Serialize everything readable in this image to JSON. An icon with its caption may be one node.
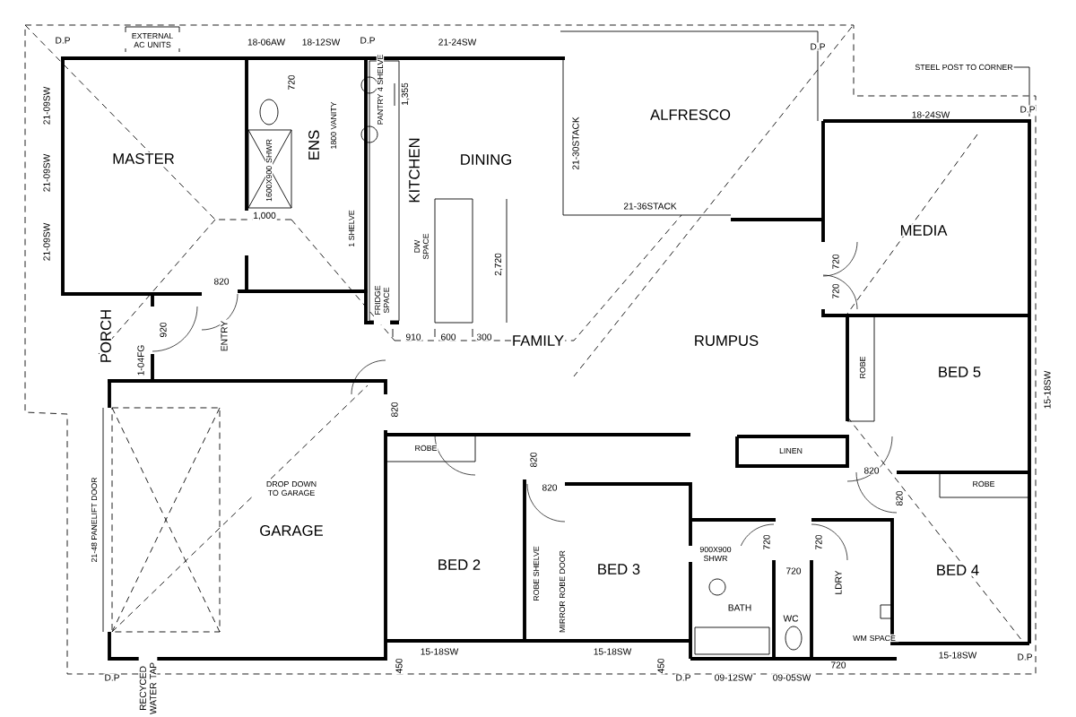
{
  "diagram": {
    "labels": [
      "EXTERNAL AC UNITS",
      "D.P",
      "18-06AW",
      "18-12SW",
      "D.P",
      "21-24SW",
      "D.P",
      "STEEL POST TO CORNER",
      "21-09SW",
      "21-09SW",
      "21-09SW",
      "MASTER",
      "720",
      "1800 VANITY",
      "ENS",
      "1600X900 SHWR",
      "PANTRY 4 SHELVE",
      "1,355",
      "KITCHEN",
      "DINING",
      "1,000",
      "1 SHELVE",
      "DW SPACE",
      "2,720",
      "FRIDGE SPACE",
      "820",
      "920",
      "PORCH",
      "ENTRY",
      "910",
      "600",
      "300",
      "FAMILY",
      "ALFRESCO",
      "21-30STACK",
      "21-36STACK",
      "18-24SW",
      "D.P",
      "MEDIA",
      "720",
      "720",
      "RUMPUS",
      "ROBE",
      "BED 5",
      "15-18SW",
      "1-04FG",
      "820",
      "ROBE",
      "820",
      "820",
      "LINEN",
      "820",
      "820",
      "ROBE",
      "21-48 PANELIFT DOOR",
      "DROP DOWN TO GARAGE",
      "GARAGE",
      "BED 2",
      "ROBE SHELVE",
      "MIRROR ROBE DOOR",
      "BED 3",
      "900X900 SHWR",
      "720",
      "720",
      "720",
      "LDRY",
      "BED 4",
      "BATH",
      "WC",
      "WM SPACE",
      "15-18SW",
      "15-18SW",
      "15-18SW",
      "D.P",
      "450",
      "450",
      "720",
      "D.P",
      "D.P",
      "09-12SW",
      "09-05SW",
      "RECYCED WATER TAP"
    ]
  }
}
